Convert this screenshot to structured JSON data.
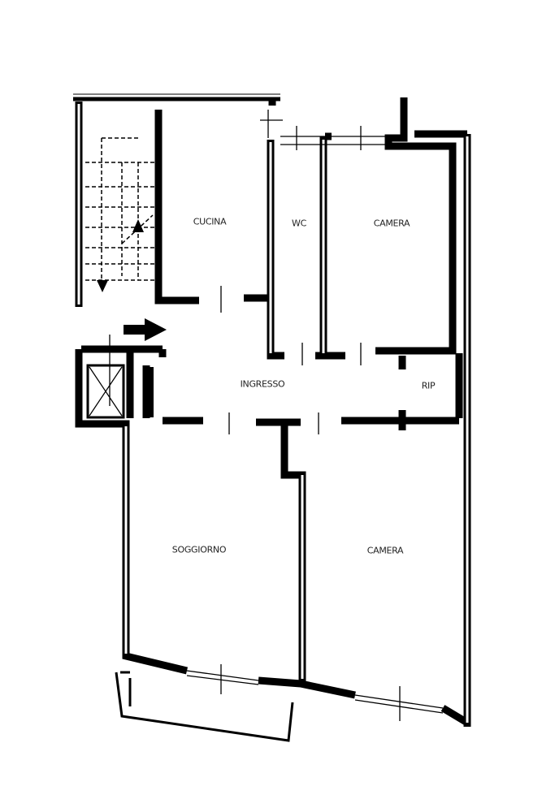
{
  "plan": {
    "rooms": [
      {
        "id": "cucina",
        "label": "CUCINA"
      },
      {
        "id": "wc",
        "label": "WC"
      },
      {
        "id": "camera-1",
        "label": "CAMERA"
      },
      {
        "id": "ingresso",
        "label": "INGRESSO"
      },
      {
        "id": "rip",
        "label": "RIP"
      },
      {
        "id": "soggiorno",
        "label": "SOGGIORNO"
      },
      {
        "id": "camera-2",
        "label": "CAMERA"
      }
    ],
    "entrance_arrow_icon": "arrow-right-icon"
  }
}
